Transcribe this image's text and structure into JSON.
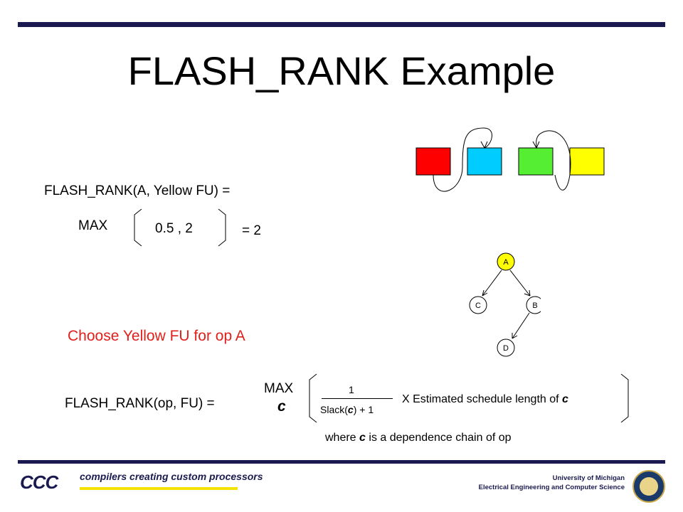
{
  "title": "FLASH_RANK Example",
  "example": {
    "lhs": "FLASH_RANK(A, Yellow FU)  =",
    "max_label": "MAX",
    "values": "0.5 , 2",
    "result": "=  2"
  },
  "decision": "Choose Yellow FU for op A",
  "formula": {
    "lhs": "FLASH_RANK(op,  FU)   =",
    "max_label": "MAX",
    "max_sub": "c",
    "numerator": "1",
    "denominator_prefix": "Slack(",
    "denominator_var": "c",
    "denominator_suffix": ") + 1",
    "times_prefix": "X  Estimated schedule length of ",
    "times_var": "c",
    "where_prefix": "where  ",
    "where_var": "c",
    "where_suffix": " is a dependence chain of op"
  },
  "fu_boxes": [
    {
      "color": "#ff0000"
    },
    {
      "color": "#00ccff"
    },
    {
      "color": "#55ee33"
    },
    {
      "color": "#ffff00"
    }
  ],
  "dag": {
    "nodes": [
      "A",
      "C",
      "B",
      "D"
    ],
    "node_fill": "#ffff00"
  },
  "footer": {
    "logo": "CCC",
    "tagline": "compilers creating custom processors",
    "line1": "University of Michigan",
    "line2": "Electrical Engineering and Computer Science"
  }
}
